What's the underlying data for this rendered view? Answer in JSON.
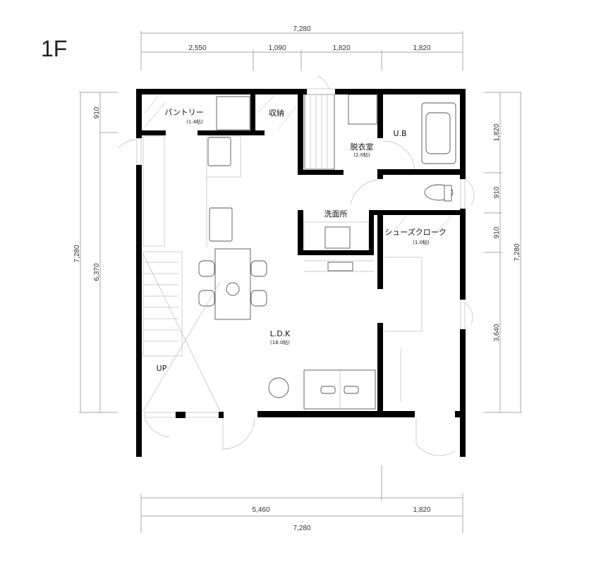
{
  "floor_label": "1F",
  "dimensions": {
    "top_total": "7,280",
    "top_segments": [
      "2,550",
      "1,090",
      "1,820",
      "1,820"
    ],
    "bottom_segments": [
      "5,460",
      "1,820"
    ],
    "bottom_total": "7,280",
    "left_segments": [
      "910",
      "6,370"
    ],
    "left_total": "7,280",
    "right_segments": [
      "1,820",
      "910",
      "910",
      "3,640"
    ],
    "right_total": "7,280"
  },
  "rooms": {
    "pantry": {
      "name": "パントリー",
      "size": "(1.4帖)"
    },
    "storage": {
      "name": "収納"
    },
    "dressing": {
      "name": "脱衣室",
      "size": "(2.0帖)"
    },
    "bath": {
      "name": "U.B"
    },
    "washroom": {
      "name": "洗面所"
    },
    "shoe_closet": {
      "name": "シューズクローク",
      "size": "(1.0帖)"
    },
    "ldk": {
      "name": "L.D.K",
      "size": "(18.0帖)"
    },
    "stairs": {
      "name": "UP"
    }
  }
}
